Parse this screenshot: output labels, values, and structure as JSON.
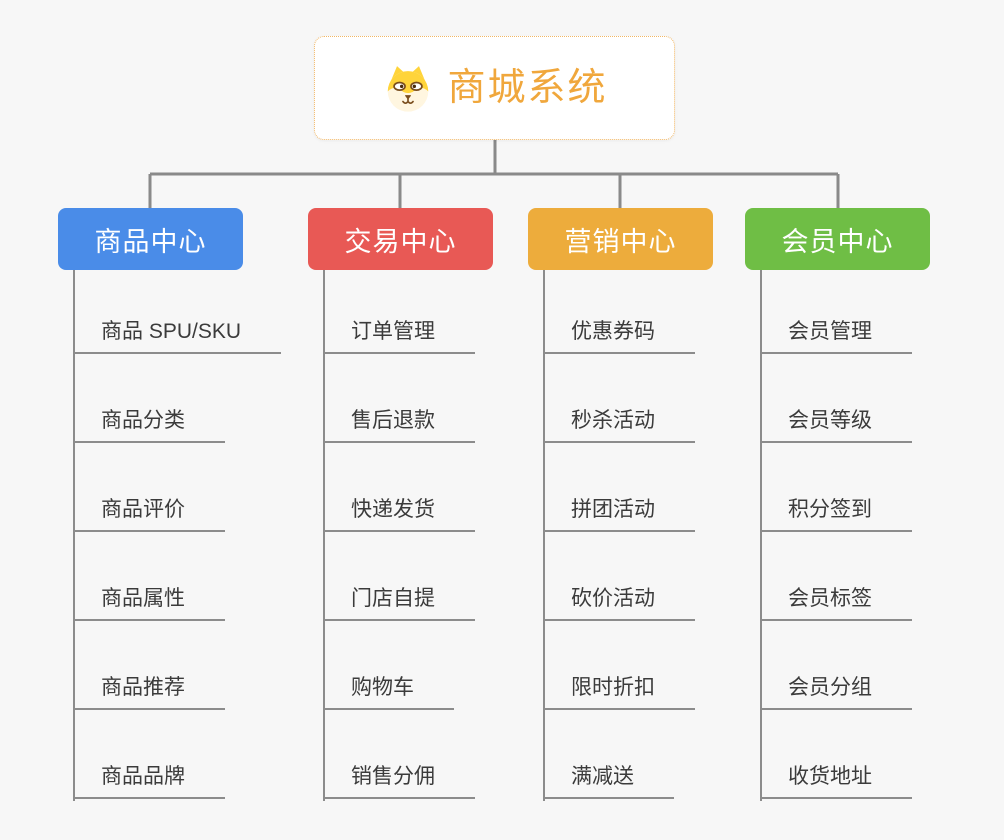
{
  "root": {
    "title": "商城系统",
    "title_color": "#f0a73c",
    "border_color": "#f2b765",
    "icon": "shiba-dog-icon"
  },
  "connector_color": "#8a8a8a",
  "background_color": "#f7f7f7",
  "branches": [
    {
      "label": "商品中心",
      "color": "#4a8ce8",
      "children": [
        "商品 SPU/SKU",
        "商品分类",
        "商品评价",
        "商品属性",
        "商品推荐",
        "商品品牌"
      ]
    },
    {
      "label": "交易中心",
      "color": "#e85955",
      "children": [
        "订单管理",
        "售后退款",
        "快递发货",
        "门店自提",
        "购物车",
        "销售分佣"
      ]
    },
    {
      "label": "营销中心",
      "color": "#edac3c",
      "children": [
        "优惠券码",
        "秒杀活动",
        "拼团活动",
        "砍价活动",
        "限时折扣",
        "满减送"
      ]
    },
    {
      "label": "会员中心",
      "color": "#6fbe45",
      "children": [
        "会员管理",
        "会员等级",
        "积分签到",
        "会员标签",
        "会员分组",
        "收货地址"
      ]
    }
  ]
}
